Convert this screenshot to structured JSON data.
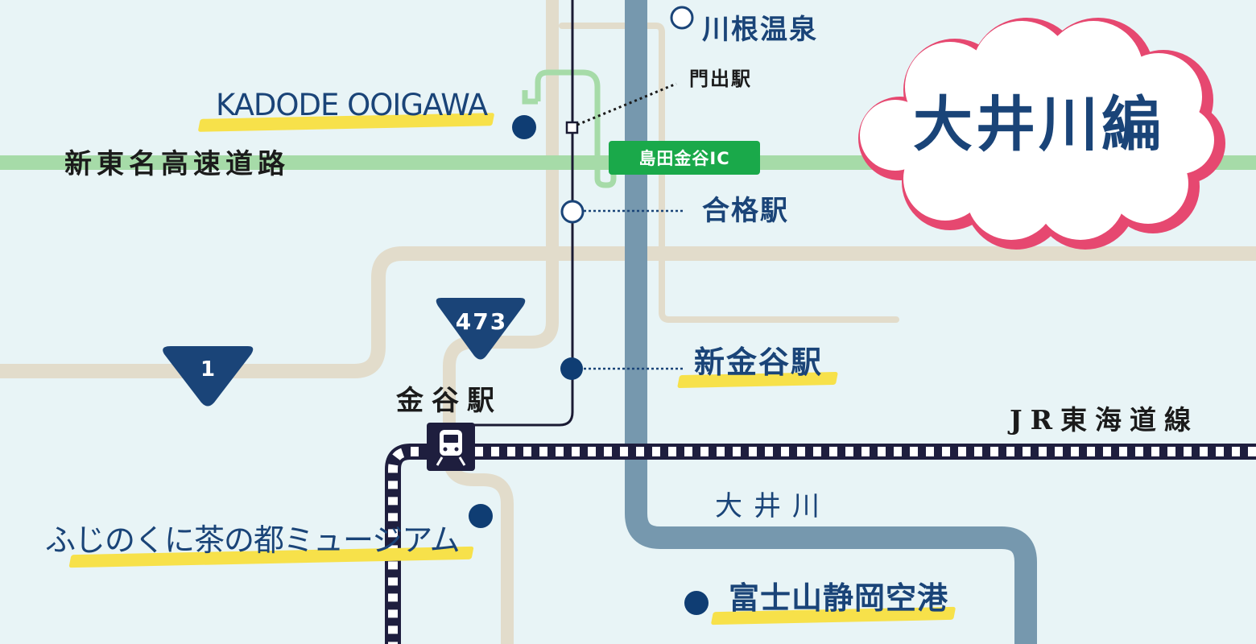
{
  "title": "大井川編",
  "roads": {
    "expressway": "新東名高速道路",
    "ic": "島田金谷IC",
    "route_1": "1",
    "route_473": "473"
  },
  "rail": {
    "jr_line": "JR東海道線",
    "kanaya_station": "金谷駅"
  },
  "river": "大井川",
  "stations": {
    "kawane_onsen": "川根温泉",
    "kadode": "門出駅",
    "goukaku": "合格駅",
    "shin_kanaya": "新金谷駅"
  },
  "places": {
    "kadode_ooigawa": "KADODE OOIGAWA",
    "museum": "ふじのくに茶の都ミュージアム",
    "airport": "富士山静岡空港"
  },
  "colors": {
    "background": "#e8f4f6",
    "road": "#e2dccb",
    "expressway": "#a6dba8",
    "river": "#7698ae",
    "navy": "#1a4478",
    "highlight": "#f7e14a",
    "ic_badge": "#1aa94a",
    "cloud_border": "#e64870"
  },
  "icons": {
    "kanaya_station": "train-icon"
  }
}
